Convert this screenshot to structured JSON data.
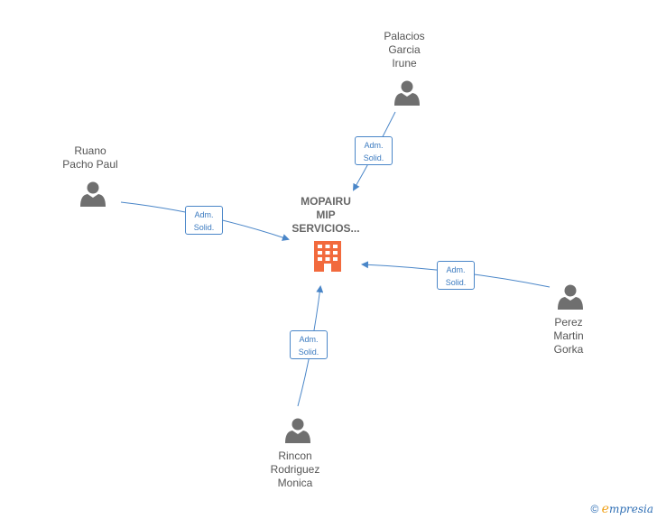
{
  "company": {
    "name_lines": [
      "MOPAIRU",
      "MIP",
      "SERVICIOS..."
    ],
    "icon": "building-icon",
    "color": "#f26a3d"
  },
  "persons": [
    {
      "id": "palacios",
      "name_lines": [
        "Palacios",
        "Garcia",
        "Irune"
      ],
      "relation_lines": [
        "Adm.",
        "Solid."
      ]
    },
    {
      "id": "ruano",
      "name_lines": [
        "Ruano",
        "Pacho Paul"
      ],
      "relation_lines": [
        "Adm.",
        "Solid."
      ]
    },
    {
      "id": "perez",
      "name_lines": [
        "Perez",
        "Martin",
        "Gorka"
      ],
      "relation_lines": [
        "Adm.",
        "Solid."
      ]
    },
    {
      "id": "rincon",
      "name_lines": [
        "Rincon",
        "Rodriguez",
        "Monica"
      ],
      "relation_lines": [
        "Adm.",
        "Solid."
      ]
    }
  ],
  "colors": {
    "edge": "#4a86c8",
    "person_icon": "#6f6f6f"
  },
  "footer": {
    "copyright_symbol": "©",
    "brand_first": "e",
    "brand_rest": "mpresia"
  }
}
